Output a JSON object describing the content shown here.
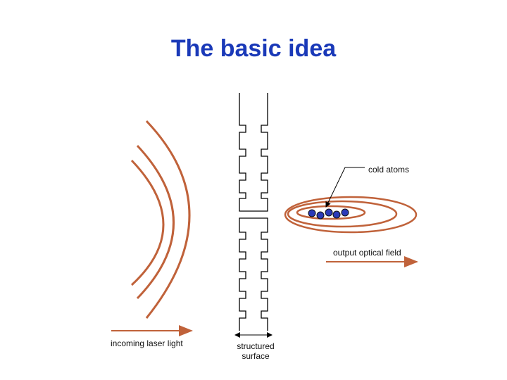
{
  "title": "The basic idea",
  "labels": {
    "cold_atoms": "cold atoms",
    "output_field": "output optical field",
    "incoming_light": "incoming laser light",
    "structured_surface": "structured surface"
  },
  "colors": {
    "title": "#1a39b8",
    "waves": "#c0623a",
    "atoms": "#2b3ab8",
    "lines": "#000000"
  },
  "atom_count": 5
}
